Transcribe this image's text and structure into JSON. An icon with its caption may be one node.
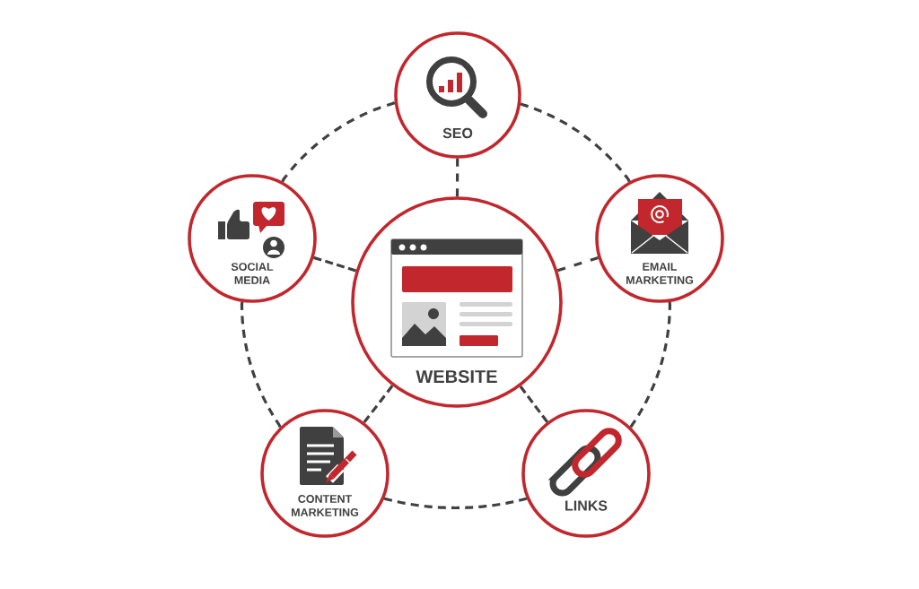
{
  "diagram": {
    "nodes": [
      {
        "text": [
          "SEO"
        ]
      },
      {
        "text": [
          "SOCIAL MEDIA"
        ]
      },
      {
        "text": [
          "WEBSITE"
        ]
      },
      {
        "text": [
          "EMAIL MARKETING"
        ]
      },
      {
        "text": [
          "CONTENT MARKETING"
        ]
      },
      {
        "text": [
          "LINKS"
        ]
      }
    ],
    "edges": [
      {
        "from": 2,
        "to": 0,
        "arrow": "none",
        "style": "dashed"
      },
      {
        "from": 2,
        "to": 1,
        "arrow": "none",
        "style": "dashed"
      },
      {
        "from": 2,
        "to": 3,
        "arrow": "none",
        "style": "dashed"
      },
      {
        "from": 2,
        "to": 4,
        "arrow": "none",
        "style": "dashed"
      },
      {
        "from": 2,
        "to": 5,
        "arrow": "none",
        "style": "dashed"
      },
      {
        "from": 0,
        "to": 3,
        "arrow": "none",
        "style": "dashed"
      },
      {
        "from": 3,
        "to": 5,
        "arrow": "none",
        "style": "dashed"
      },
      {
        "from": 5,
        "to": 4,
        "arrow": "none",
        "style": "dashed"
      },
      {
        "from": 4,
        "to": 1,
        "arrow": "none",
        "style": "dashed"
      },
      {
        "from": 1,
        "to": 0,
        "arrow": "none",
        "style": "dashed"
      }
    ]
  }
}
